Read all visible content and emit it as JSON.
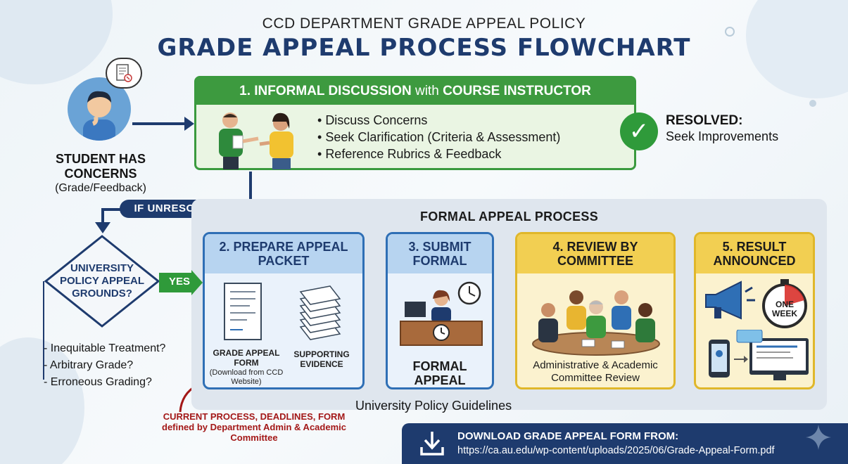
{
  "header": {
    "subtitle": "CCD DEPARTMENT GRADE APPEAL POLICY",
    "title": "GRADE APPEAL PROCESS FLOWCHART"
  },
  "student": {
    "label": "STUDENT HAS CONCERNS",
    "sub": "(Grade/Feedback)"
  },
  "step1": {
    "title_num": "1. INFORMAL DISCUSSION",
    "title_with": "with",
    "title_rest": "COURSE INSTRUCTOR",
    "items": [
      "Discuss Concerns",
      "Seek Clarification (Criteria & Assessment)",
      "Reference Rubrics & Feedback"
    ]
  },
  "resolved": {
    "title": "RESOLVED:",
    "sub": "Seek Improvements"
  },
  "if_unresolved": "IF UNRESOLVED",
  "decision": {
    "text": "UNIVERSITY POLICY APPEAL GROUNDS?",
    "yes": "YES",
    "grounds": [
      "Inequitable Treatment?",
      "Arbitrary Grade?",
      "Erroneous Grading?"
    ]
  },
  "formal": {
    "title": "FORMAL APPEAL PROCESS",
    "step2": {
      "title": "2. PREPARE APPEAL PACKET",
      "form_label": "GRADE APPEAL FORM",
      "form_note": "(Download from CCD Website)",
      "evidence_label": "SUPPORTING EVIDENCE"
    },
    "step3": {
      "title": "3. SUBMIT FORMAL",
      "caption": "FORMAL APPEAL"
    },
    "step4": {
      "title": "4. REVIEW BY COMMITTEE",
      "caption": "Administrative & Academic Committee Review"
    },
    "step5": {
      "title": "5. RESULT ANNOUNCED",
      "timer_label": "ONE WEEK"
    }
  },
  "guidelines": "University Policy Guidelines",
  "current_note": "CURRENT PROCESS, DEADLINES, FORM defined by Department Admin & Academic Committee",
  "download": {
    "title": "DOWNLOAD GRADE APPEAL FORM FROM:",
    "url": "https://ca.au.edu/wp-content/uploads/2025/06/Grade-Appeal-Form.pdf"
  },
  "colors": {
    "navy": "#1e3b6e",
    "green": "#3d9a3f",
    "blue": "#2f6fb5",
    "gold": "#e0b72a",
    "red": "#a31818"
  }
}
